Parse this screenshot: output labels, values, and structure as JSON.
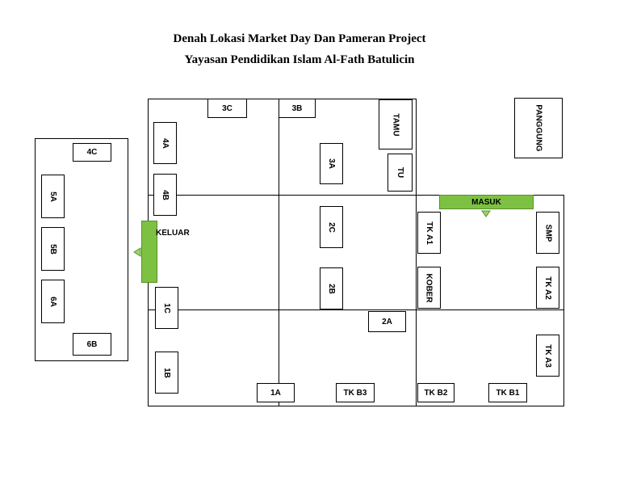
{
  "title": {
    "line1": "Denah Lokasi Market Day Dan Pameran Project",
    "line2": "Yayasan Pendidikan Islam Al-Fath Batulicin"
  },
  "stalls": {
    "s3c": "3C",
    "s3b": "3B",
    "tamu": "TAMU",
    "s4a": "4A",
    "s3a": "3A",
    "tu": "TU",
    "s4b": "4B",
    "panggung": "PANGGUNG",
    "s4c": "4C",
    "s5a": "5A",
    "s5b": "5B",
    "s6a": "6A",
    "s6b": "6B",
    "s2c": "2C",
    "s2b": "2B",
    "s1c": "1C",
    "s1b": "1B",
    "s2a": "2A",
    "s1a": "1A",
    "tkb3": "TK B3",
    "tka1": "TK A1",
    "smp": "SMP",
    "kober": "KOBER",
    "tka2": "TK A2",
    "tka3": "TK A3",
    "tkb2": "TK B2",
    "tkb1": "TK B1"
  },
  "gates": {
    "masuk": "MASUK",
    "keluar": "KELUAR"
  },
  "colors": {
    "gate_fill": "#7dc142",
    "gate_arrow": "#9bd46a"
  }
}
